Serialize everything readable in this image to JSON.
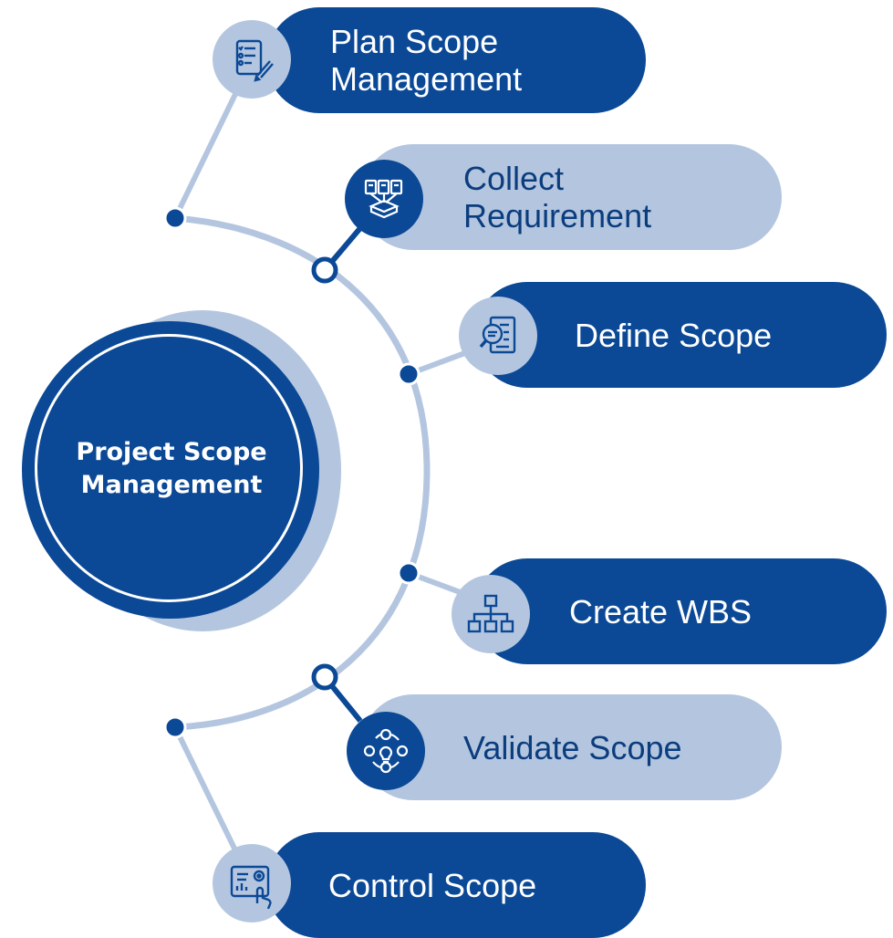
{
  "center": {
    "title": "Project Scope Management"
  },
  "colors": {
    "dark": "#0b4996",
    "light": "#b4c6df",
    "line": "#b4c6df",
    "text_dark": "#0b3d7e"
  },
  "steps": [
    {
      "label": "Plan Scope\nManagement",
      "style": "dark",
      "icon": "checklist-pencil-icon"
    },
    {
      "label": "Collect\nRequirement",
      "style": "light",
      "icon": "documents-inbox-icon"
    },
    {
      "label": "Define Scope",
      "style": "dark",
      "icon": "document-search-icon"
    },
    {
      "label": "Create WBS",
      "style": "dark",
      "icon": "hierarchy-icon"
    },
    {
      "label": "Validate Scope",
      "style": "light",
      "icon": "lightbulb-cycle-icon"
    },
    {
      "label": "Control Scope",
      "style": "dark",
      "icon": "dashboard-hand-icon"
    }
  ]
}
